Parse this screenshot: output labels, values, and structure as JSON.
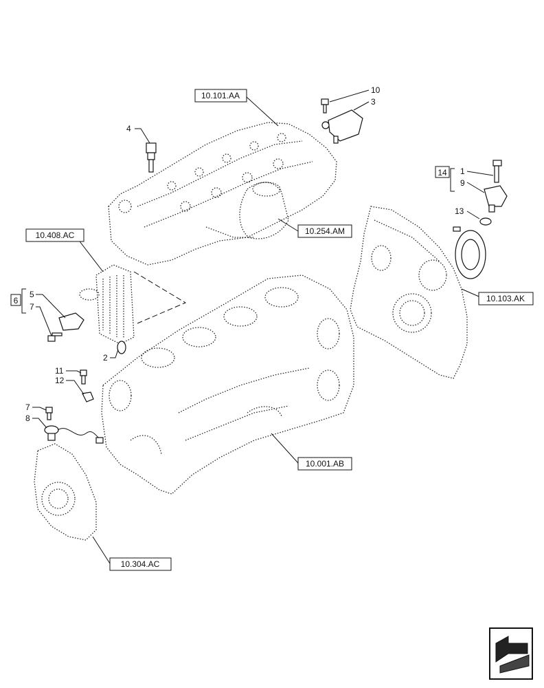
{
  "diagram": {
    "reference_labels": {
      "cylinder_head": "10.101.AA",
      "exhaust_manifold": "10.254.AM",
      "oil_cooler": "10.408.AC",
      "timing_cover": "10.103.AK",
      "engine_block": "10.001.AB",
      "rear_housing": "10.304.AC"
    },
    "callouts": {
      "c1": "1",
      "c2": "2",
      "c3": "3",
      "c4": "4",
      "c5": "5",
      "c6": "6",
      "c7a": "7",
      "c7b": "7",
      "c8": "8",
      "c9": "9",
      "c10": "10",
      "c11": "11",
      "c12": "12",
      "c13": "13",
      "c14": "14"
    },
    "nav_icon": "next-page-arrow-icon"
  }
}
